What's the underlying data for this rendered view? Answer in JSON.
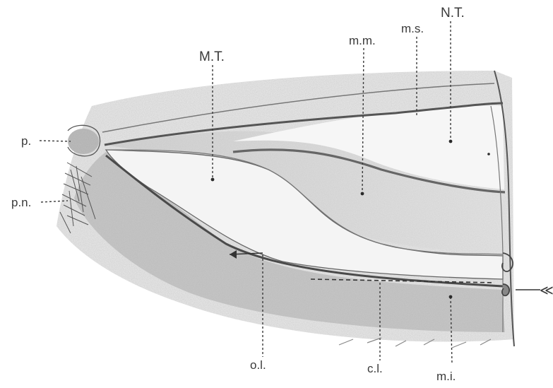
{
  "labels": {
    "MT": "M.T.",
    "mm": "m.m.",
    "ms": "m.s.",
    "NT": "N.T.",
    "p": "p.",
    "pn": "p.n.",
    "ol": "o.l.",
    "cl": "c.l.",
    "mi": "m.i."
  },
  "arrow_glyph": "≪",
  "colors": {
    "tissue_light": "#e2e2e2",
    "tissue_mid": "#c9c9c9",
    "tissue_dark": "#9d9d9d",
    "outline": "#4a4a4a",
    "label": "#3a3a3a"
  }
}
